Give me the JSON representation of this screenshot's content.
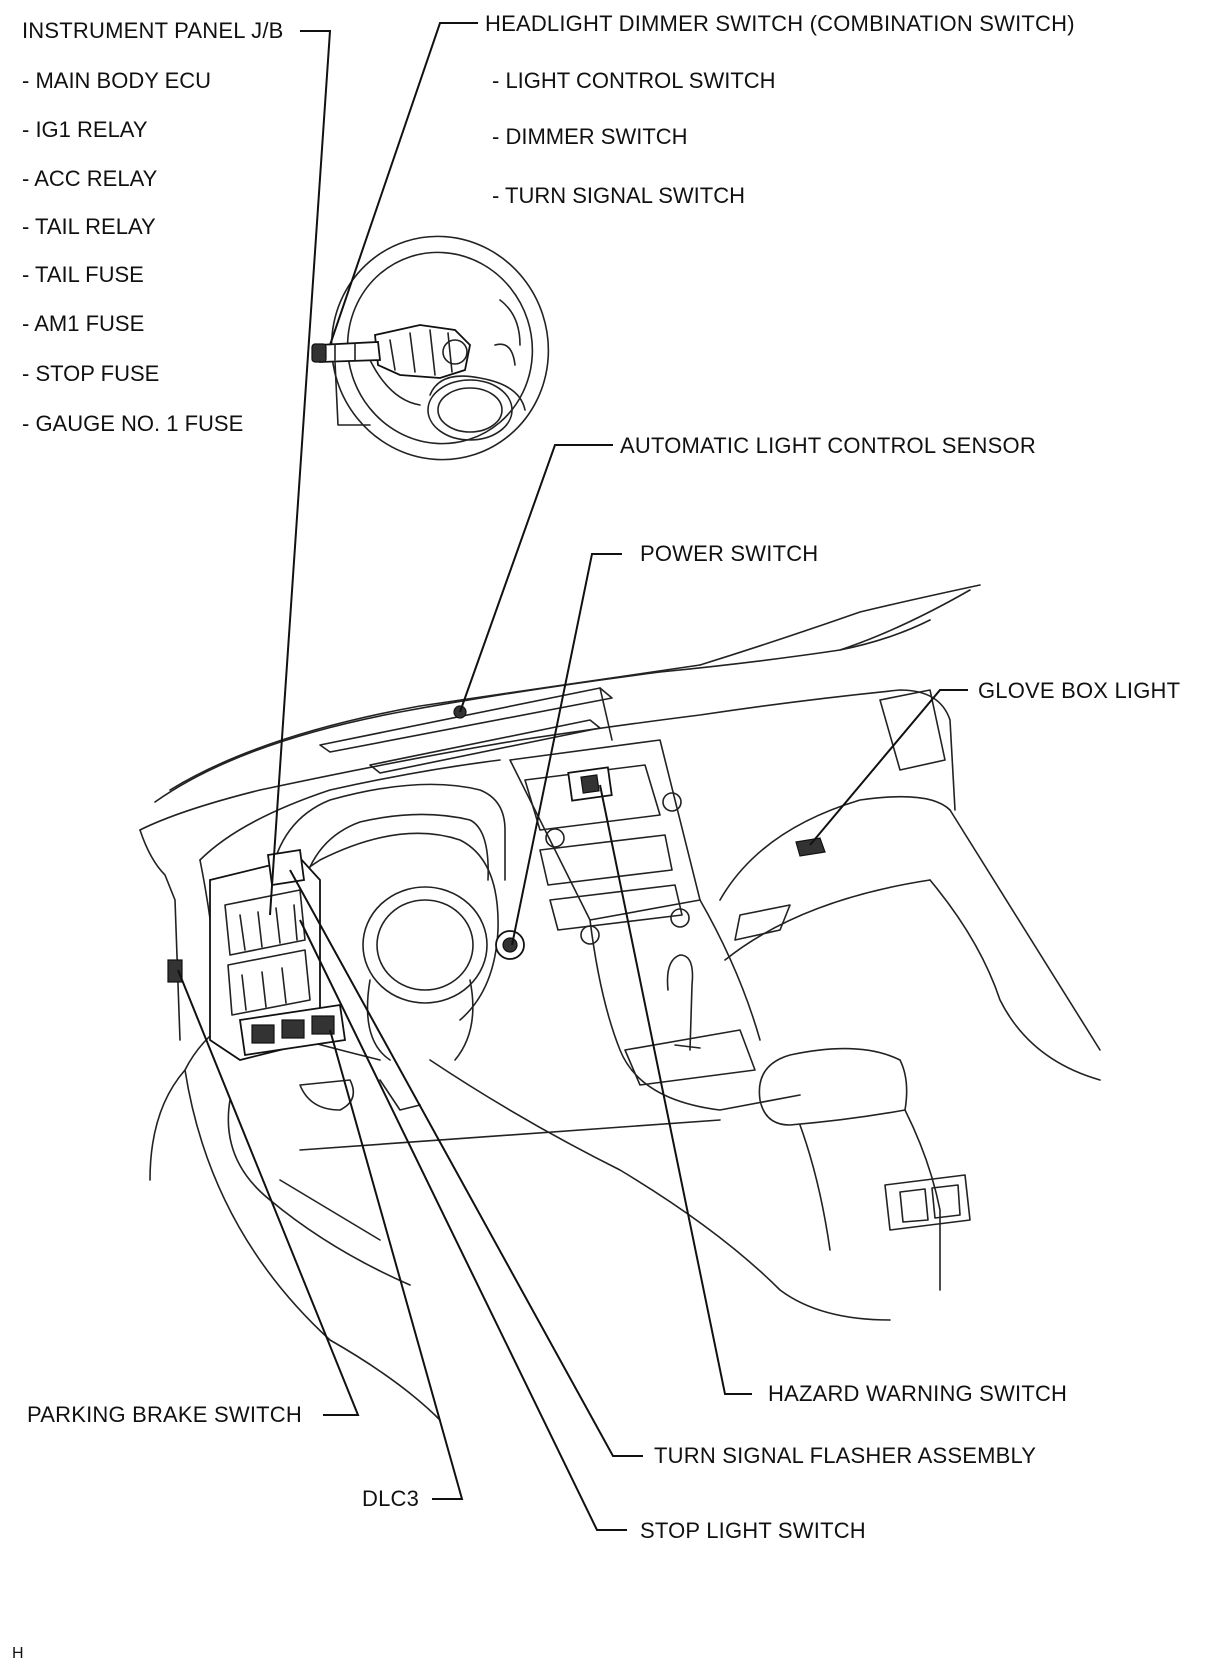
{
  "labels": {
    "instrument_panel_jb": "INSTRUMENT PANEL J/B",
    "instrument_panel_jb_items": [
      "- MAIN BODY ECU",
      "- IG1 RELAY",
      "- ACC RELAY",
      "- TAIL RELAY",
      "- TAIL FUSE",
      "- AM1 FUSE",
      "- STOP FUSE",
      "- GAUGE NO. 1 FUSE"
    ],
    "headlight_dimmer_switch": "HEADLIGHT DIMMER SWITCH  (COMBINATION SWITCH)",
    "headlight_dimmer_items": [
      "- LIGHT CONTROL SWITCH",
      "- DIMMER SWITCH",
      "- TURN SIGNAL SWITCH"
    ],
    "automatic_light_control_sensor": "AUTOMATIC LIGHT CONTROL SENSOR",
    "power_switch": "POWER SWITCH",
    "glove_box_light": "GLOVE BOX LIGHT",
    "parking_brake_switch": "PARKING BRAKE SWITCH",
    "hazard_warning_switch": "HAZARD WARNING SWITCH",
    "turn_signal_flasher_assembly": "TURN SIGNAL FLASHER ASSEMBLY",
    "dlc3": "DLC3",
    "stop_light_switch": "STOP LIGHT SWITCH",
    "corner_mark": "H"
  }
}
